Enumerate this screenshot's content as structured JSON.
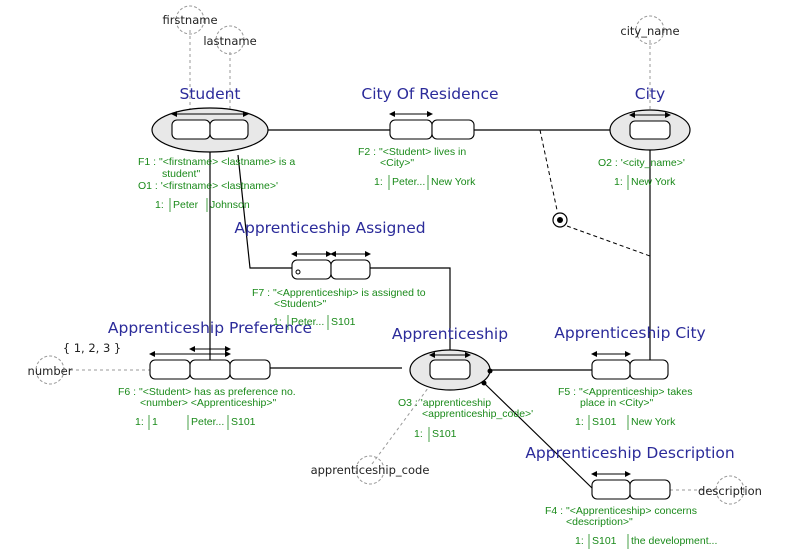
{
  "entities": {
    "student": {
      "name": "Student",
      "constraint_id": "O1",
      "constraint_text": "'<firstname> <lastname>'",
      "pop": [
        "Peter",
        "Johnson"
      ]
    },
    "city": {
      "name": "City",
      "constraint_id": "O2",
      "constraint_text": "'<city_name>'",
      "pop": [
        "New York"
      ]
    },
    "apprenticeship": {
      "name": "Apprenticeship",
      "constraint_id": "O3",
      "constraint_text": "'apprenticeship",
      "constraint_text2": "<apprenticeship_code>'",
      "pop": [
        "S101"
      ]
    }
  },
  "facts": {
    "city_of_residence": {
      "name": "City Of Residence",
      "id": "F2",
      "text1": "\"<Student> lives in",
      "text2": "<City>\"",
      "pop": [
        "Peter...",
        "New York"
      ]
    },
    "assigned": {
      "name": "Apprenticeship Assigned",
      "id": "F7",
      "text1": "\"<Apprenticeship> is assigned to",
      "text2": "<Student>\"",
      "pop": [
        "Peter...",
        "S101"
      ]
    },
    "preference": {
      "name": "Apprenticeship Preference",
      "id": "F6",
      "text1": "\"<Student> has as preference no.",
      "text2": "<number> <Apprenticeship>\"",
      "pop": [
        "1",
        "Peter...",
        "S101"
      ]
    },
    "app_city": {
      "name": "Apprenticeship City",
      "id": "F5",
      "text1": "\"<Apprenticeship> takes",
      "text2": "place in <City>\"",
      "pop": [
        "S101",
        "New York"
      ]
    },
    "description": {
      "name": "Apprenticeship Description",
      "id": "F4",
      "text1": "\"<Apprenticeship> concerns",
      "text2": "<description>\"",
      "pop": [
        "S101",
        "the development..."
      ]
    },
    "student_fact": {
      "id": "F1",
      "text1": "\"<firstname> <lastname> is a",
      "text2": "student\""
    }
  },
  "attributes": {
    "firstname": "firstname",
    "lastname": "lastname",
    "city_name": "city_name",
    "number": "number",
    "apprenticeship_code": "apprenticeship_code",
    "description": "description"
  },
  "value_constraint": "{ 1, 2, 3 }",
  "separator": " : ",
  "row_num": "1:"
}
